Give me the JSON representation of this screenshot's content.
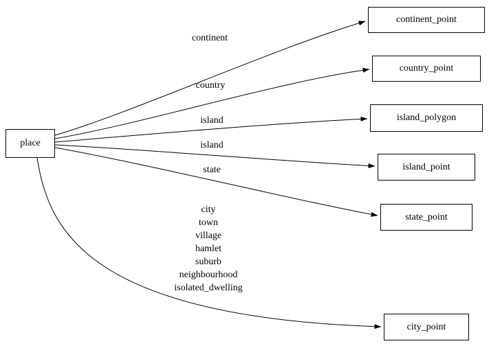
{
  "diagram": {
    "source": {
      "label": "place"
    },
    "targets": [
      {
        "label": "continent_point"
      },
      {
        "label": "country_point"
      },
      {
        "label": "island_polygon"
      },
      {
        "label": "island_point"
      },
      {
        "label": "state_point"
      },
      {
        "label": "city_point"
      }
    ],
    "edges": [
      {
        "from": "place",
        "to": "continent_point",
        "label": "continent"
      },
      {
        "from": "place",
        "to": "country_point",
        "label": "country"
      },
      {
        "from": "place",
        "to": "island_polygon",
        "label": "island"
      },
      {
        "from": "place",
        "to": "island_point",
        "label": "island"
      },
      {
        "from": "place",
        "to": "state_point",
        "label": "state"
      },
      {
        "from": "place",
        "to": "city_point",
        "label_lines": [
          "city",
          "town",
          "village",
          "hamlet",
          "suburb",
          "neighbourhood",
          "isolated_dwelling"
        ]
      }
    ],
    "colors": {
      "stroke": "#000000",
      "background": "#ffffff"
    }
  }
}
